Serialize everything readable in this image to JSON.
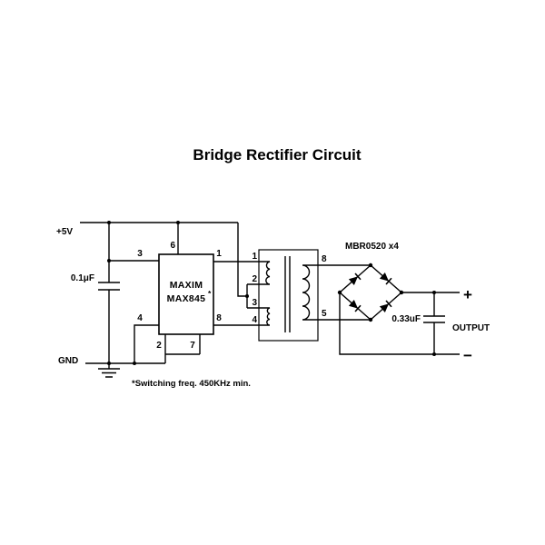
{
  "title": "Bridge Rectifier Circuit",
  "power": {
    "vcc": "+5V",
    "gnd": "GND"
  },
  "ic": {
    "line1": "MAXIM",
    "line2": "MAX845",
    "note_marker": "*",
    "pin_top": "6",
    "pin_left_top": "3",
    "pin_left_bottom": "4",
    "pin_right_top": "1",
    "pin_right_bottom": "8",
    "pin_bottom_left": "2",
    "pin_bottom_right": "7"
  },
  "transformer": {
    "pin_labels_left": [
      "1",
      "2",
      "3",
      "4"
    ],
    "pin_labels_right": [
      "8",
      "5"
    ]
  },
  "bridge": {
    "part_label": "MBR0520  x4"
  },
  "capacitors": {
    "input_value": "0.1μF",
    "output_value": "0.33uF"
  },
  "output": {
    "plus": "+",
    "minus": "−",
    "label": "OUTPUT"
  },
  "footnote": "*Switching freq.  450KHz min."
}
